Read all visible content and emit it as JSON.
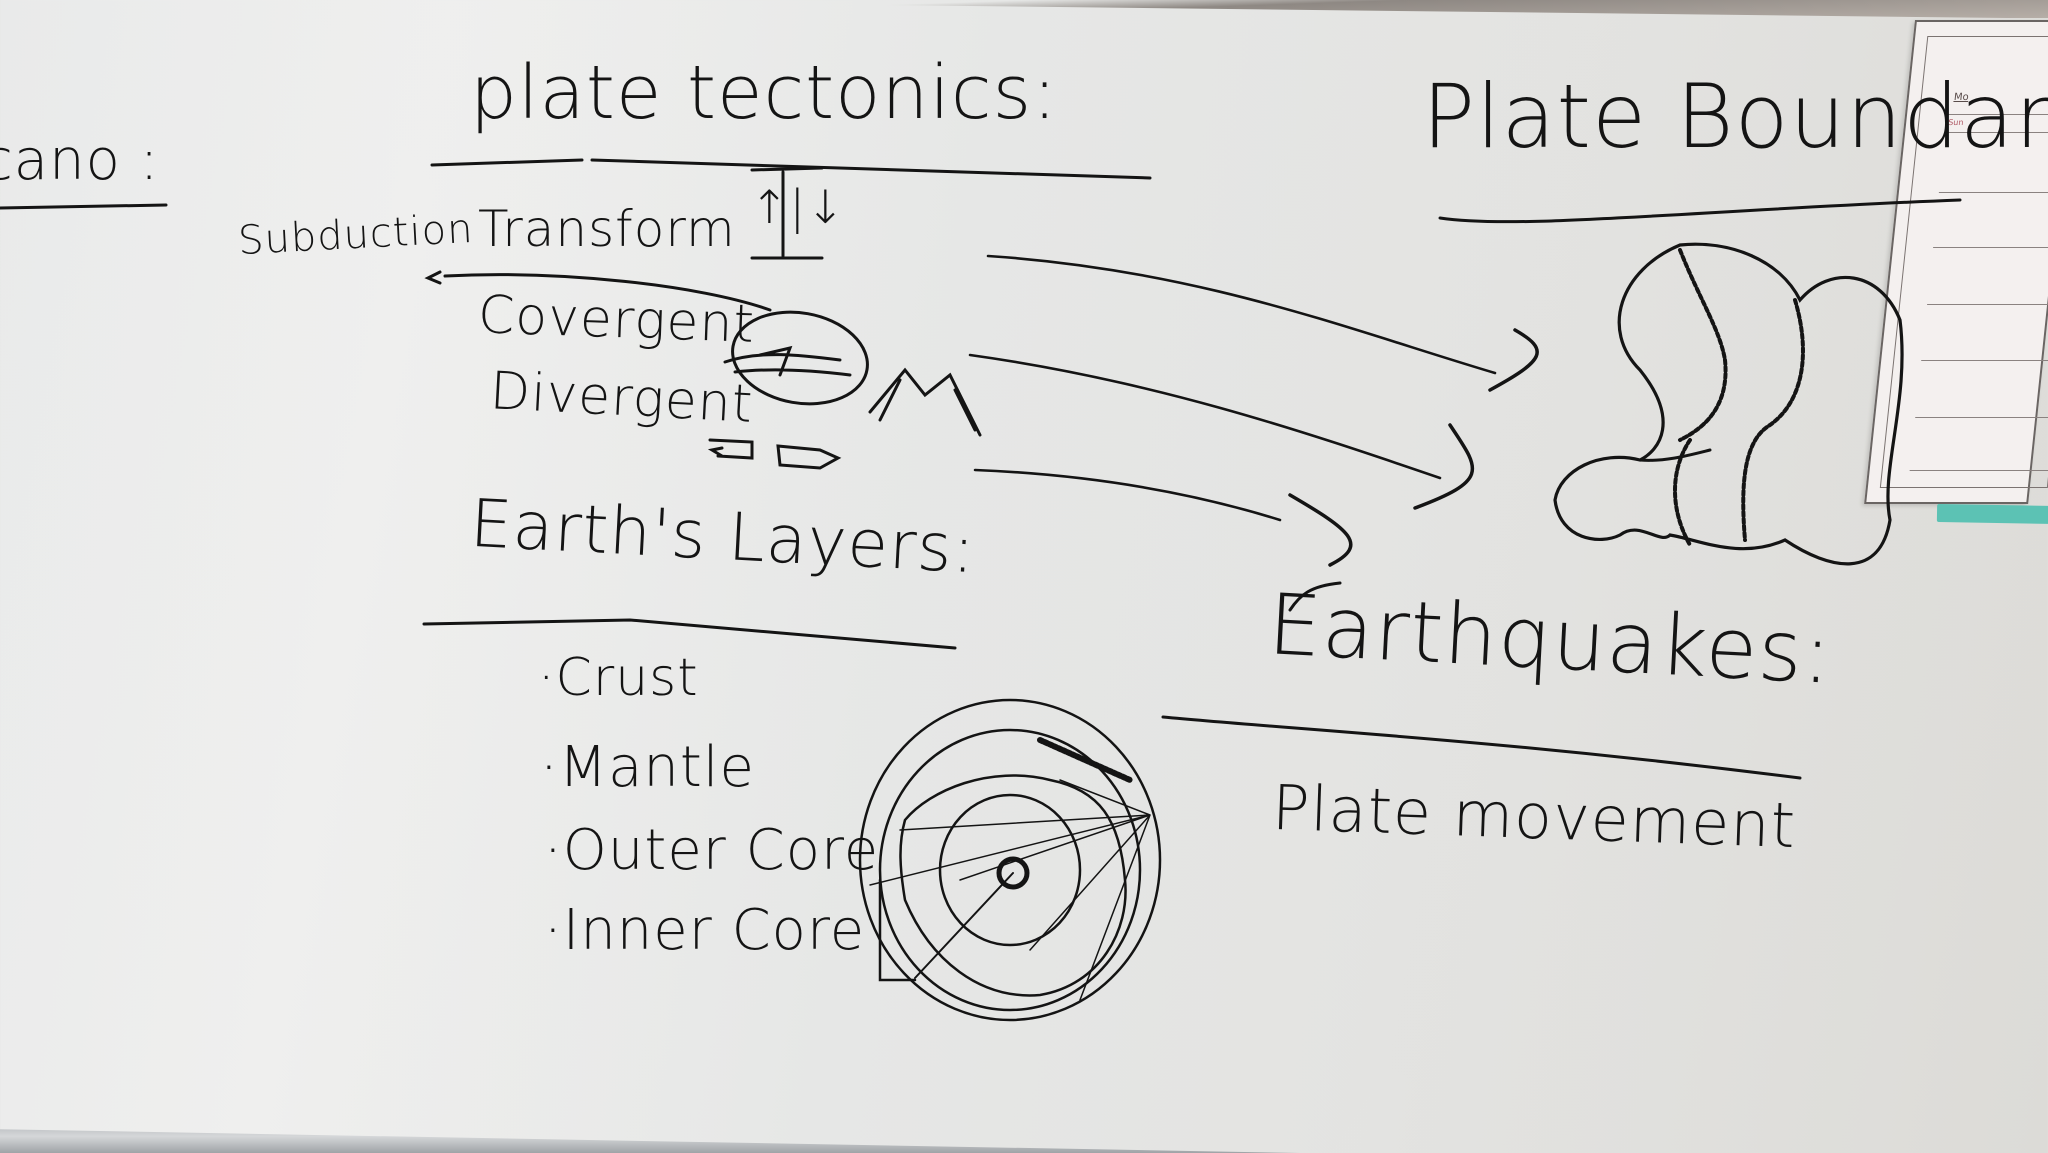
{
  "whiteboard": {
    "partial_left_heading": "cano :",
    "plate_tectonics": {
      "heading": "plate tectonics:",
      "items": {
        "subduction": "Subduction",
        "transform": "Transform",
        "transform_symbol": "↑|↓",
        "convergent": "Covergent",
        "divergent": "Divergent"
      }
    },
    "earths_layers": {
      "heading": "Earth's Layers:",
      "items": [
        "·Crust",
        "·Mantle",
        "·Outer Core",
        "·Inner Core"
      ]
    },
    "plate_boundaries": {
      "heading": "Plate Boundaries."
    },
    "earthquakes": {
      "heading": "Earthquakes:",
      "cause": "Plate movement"
    },
    "calendar_poster": {
      "month_label": "Mo",
      "day_label": "Sun"
    }
  },
  "colors": {
    "ink": "#141414",
    "board": "#e9eaea",
    "eraser": "#5cc2b4"
  }
}
